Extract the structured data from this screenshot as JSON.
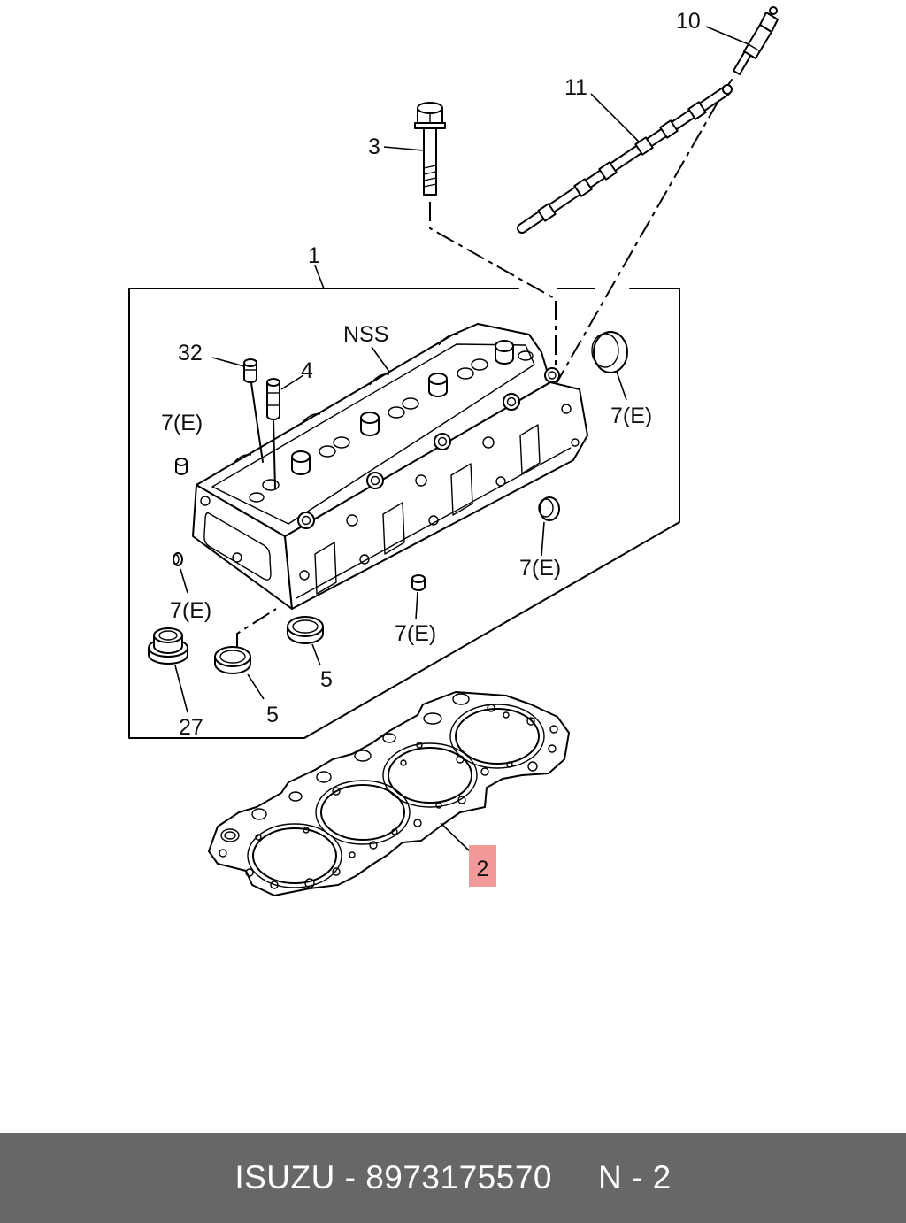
{
  "diagram": {
    "callouts": {
      "glow_plug": "10",
      "leak_off_pipe": "11",
      "head_bolt": "3",
      "head_assembly": "1",
      "nss": "NSS",
      "part_32": "32",
      "part_4": "4",
      "plug_top_left": "7(E)",
      "plug_right_cup": "7(E)",
      "plug_front_cup": "7(E)",
      "plug_left_lower": "7(E)",
      "plug_bottom": "7(E)",
      "seal_right": "5",
      "seal_left": "5",
      "seal_27": "27",
      "gasket": "2"
    },
    "highlight_color": "#f29a9a",
    "line_color": "#000000"
  },
  "footer": {
    "part_number_text": "ISUZU - 8973175570",
    "page_text": "N - 2",
    "background": "#676767",
    "text_color": "#ffffff"
  }
}
